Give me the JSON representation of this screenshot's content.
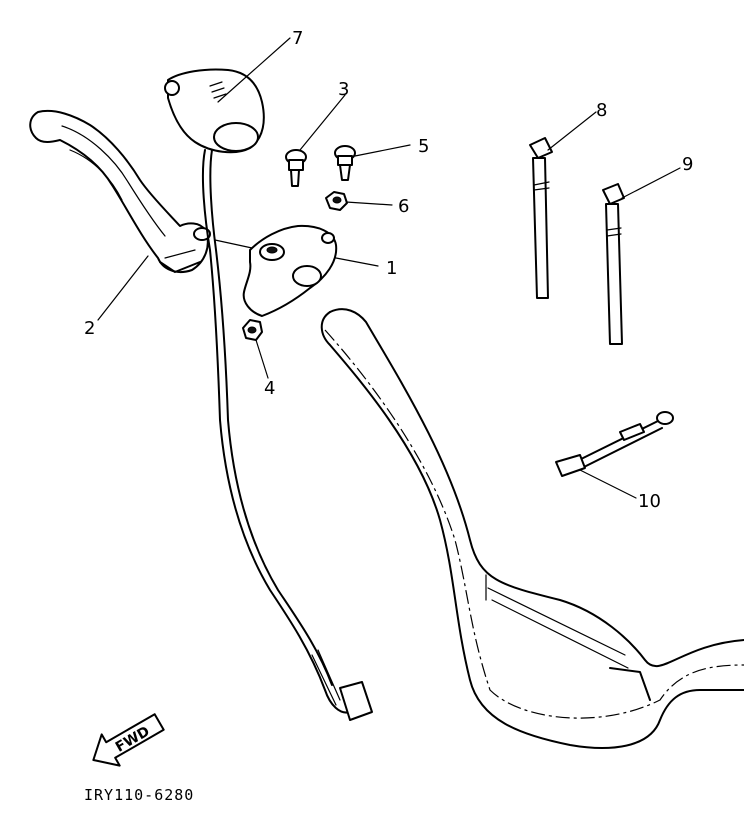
{
  "callouts": {
    "c1": "1",
    "c2": "2",
    "c3": "3",
    "c4": "4",
    "c5": "5",
    "c6": "6",
    "c7": "7",
    "c8": "8",
    "c9": "9",
    "c10": "10"
  },
  "direction_arrow": {
    "label": "FWD"
  },
  "drawing_code": "IRY110-6280"
}
